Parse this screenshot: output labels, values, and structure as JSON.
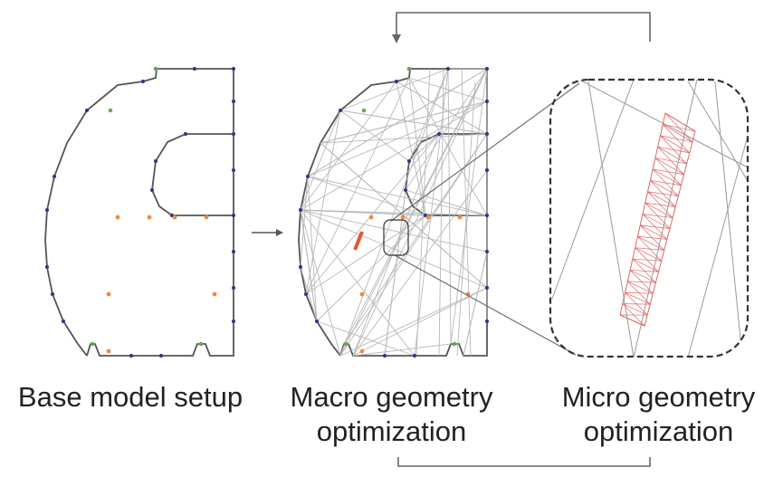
{
  "captions": {
    "base": "Base model setup",
    "macro_line1": "Macro geometry",
    "macro_line2": "optimization",
    "micro_line1": "Micro geometry",
    "micro_line2": "optimization"
  },
  "colors": {
    "outline": "#555555",
    "node": "#2b3a8c",
    "support_node": "#6aa84f",
    "load_point": "#f08a3c",
    "truss": "#b8b8b8",
    "micro_lattice": "#e06666",
    "dashed_frame": "#333333",
    "arrow": "#666666"
  },
  "icons": [
    "arrow-right-icon",
    "feedback-loop-icon"
  ]
}
